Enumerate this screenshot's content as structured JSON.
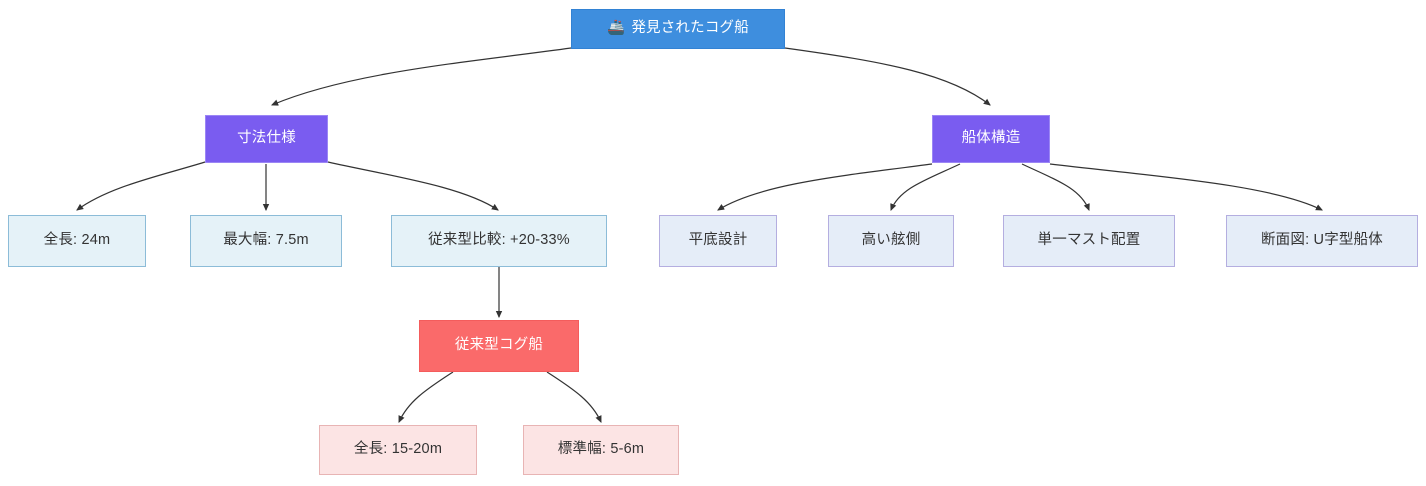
{
  "diagram": {
    "type": "tree-flowchart",
    "background": "#ffffff",
    "palette": {
      "root_fill": "#3e8ede",
      "root_border": "#3282d4",
      "branch_fill": "#7a5cf0",
      "branch_border": "#9b86f5",
      "leaf_blue_fill": "#e5f2f8",
      "leaf_blue_border": "#8cbcd8",
      "leaf_purple_fill": "#e5edf8",
      "leaf_purple_border": "#b4aee0",
      "compare_fill": "#fa6a6a",
      "compare_border": "#f45c5c",
      "leaf_pink_fill": "#fce4e4",
      "leaf_pink_border": "#e8b4b4",
      "edge_color": "#333333"
    },
    "nodes": {
      "root": {
        "label": "発見されたコグ船",
        "emoji": "🚢"
      },
      "dimensions": {
        "label": "寸法仕様"
      },
      "hull": {
        "label": "船体構造"
      },
      "length": {
        "label": "全長: 24m"
      },
      "beam": {
        "label": "最大幅: 7.5m"
      },
      "comparison": {
        "label": "従来型比較: +20-33%"
      },
      "flat_bottom": {
        "label": "平底設計"
      },
      "high_freeboard": {
        "label": "高い舷側"
      },
      "single_mast": {
        "label": "単一マスト配置"
      },
      "cross_section": {
        "label": "断面図: U字型船体"
      },
      "traditional_cog": {
        "label": "従来型コグ船"
      },
      "trad_length": {
        "label": "全長: 15-20m"
      },
      "trad_beam": {
        "label": "標準幅: 5-6m"
      }
    }
  }
}
